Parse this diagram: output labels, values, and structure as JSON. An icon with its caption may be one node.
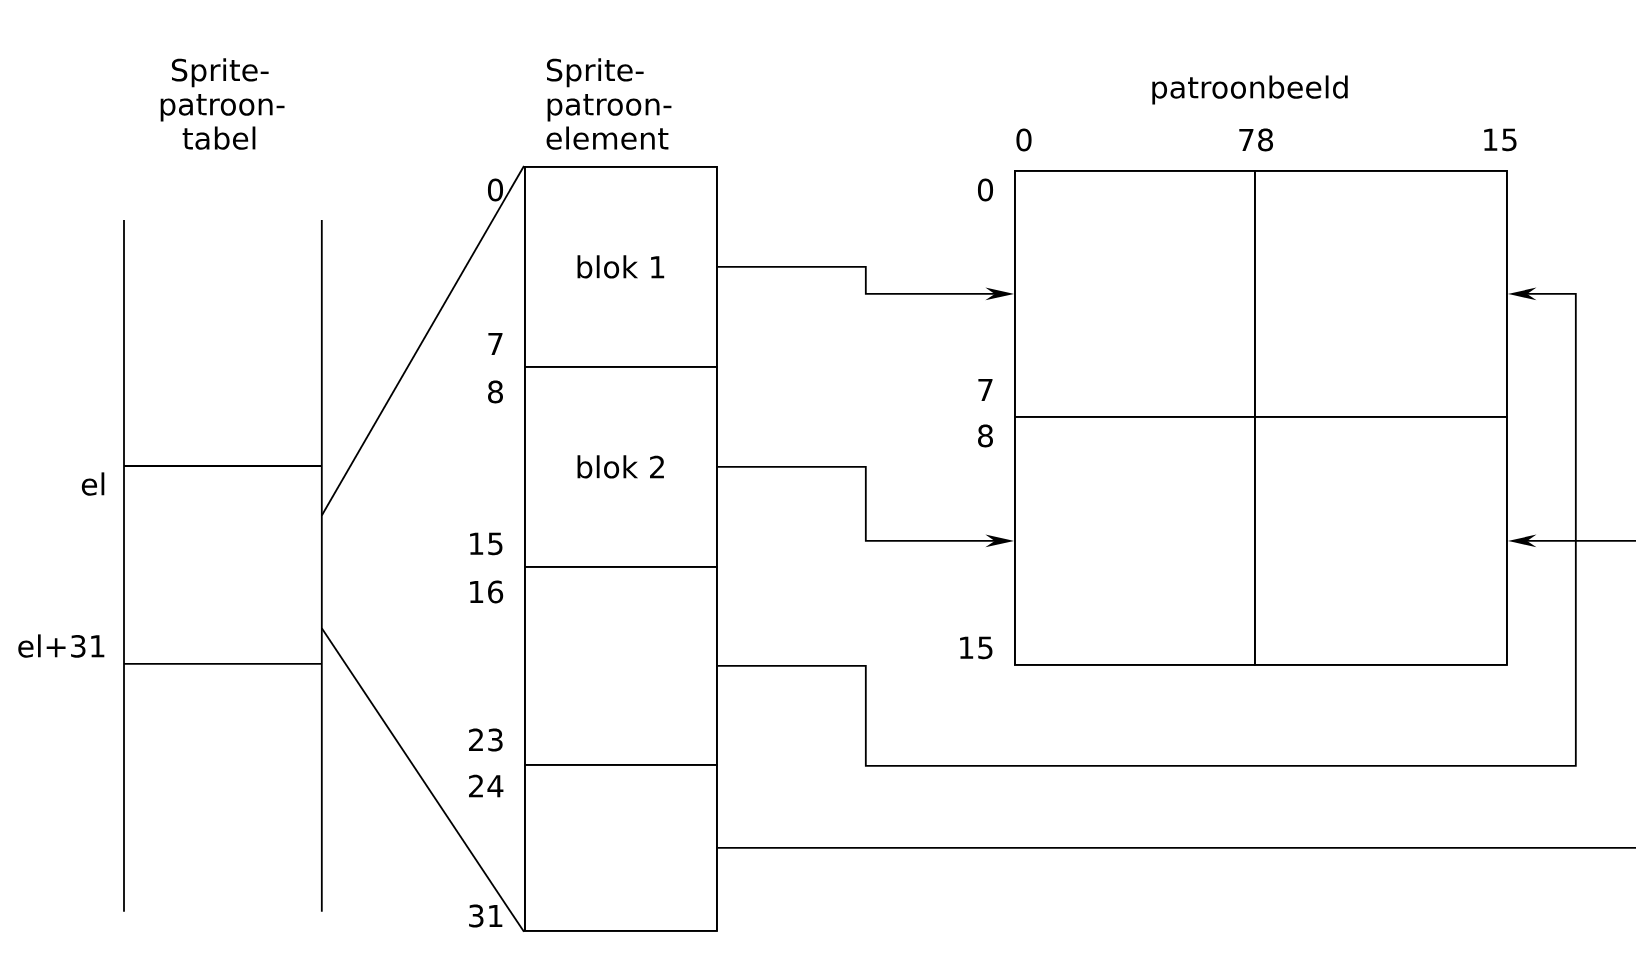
{
  "diagram": {
    "nodes": [
      {
        "text": [
          "Sprite- patroon- tabel"
        ]
      },
      {
        "text": [],
        "shape": "box",
        "in": 0,
        "beside": [
          "el",
          "el+31"
        ]
      },
      {
        "text": [
          "Sprite- patroon- element"
        ]
      },
      {
        "text": [
          "blok 1"
        ],
        "in": 2,
        "beside": [
          "0",
          "7"
        ]
      },
      {
        "text": [
          "blok 2"
        ],
        "in": 2,
        "beside": [
          "8",
          "15"
        ]
      },
      {
        "text": [],
        "shape": "box",
        "in": 2,
        "beside": [
          "16",
          "23"
        ]
      },
      {
        "text": [],
        "shape": "box",
        "in": 2,
        "beside": [
          "24",
          "31"
        ]
      },
      {
        "text": [
          "patroonbeeld"
        ],
        "beside": [
          "0",
          "78",
          "15",
          "0",
          "7",
          "8",
          "15"
        ]
      },
      {
        "text": [],
        "shape": "box",
        "in": 7
      },
      {
        "text": [],
        "shape": "box",
        "in": 7
      },
      {
        "text": [],
        "shape": "box",
        "in": 7
      },
      {
        "text": [],
        "shape": "box",
        "in": 7
      }
    ],
    "edges": [
      {
        "from": 1,
        "to": 2,
        "arrow": "none"
      },
      {
        "from": 1,
        "to": 2,
        "arrow": "none"
      },
      {
        "from": 3,
        "to": 8,
        "arrow": "to"
      },
      {
        "from": 4,
        "to": 10,
        "arrow": "to"
      },
      {
        "from": 5,
        "to": 9,
        "arrow": "to"
      },
      {
        "from": 6,
        "to": null,
        "arrow": "none"
      },
      {
        "from": null,
        "to": 11,
        "arrow": "to"
      }
    ]
  }
}
